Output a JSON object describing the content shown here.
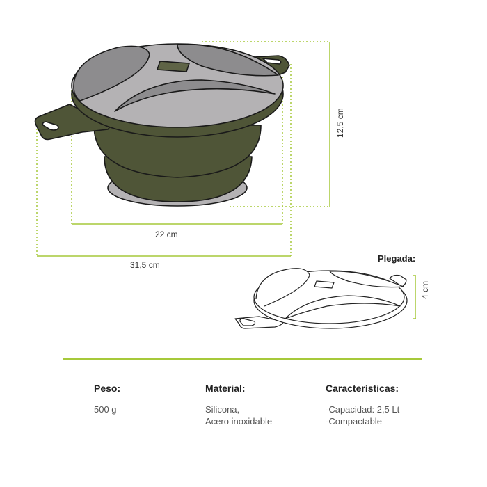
{
  "dimensions": {
    "inner_diameter": "22 cm",
    "total_width": "31,5 cm",
    "height": "12,5 cm",
    "folded_height": "4 cm"
  },
  "folded": {
    "title": "Plegada:"
  },
  "specs": {
    "peso": {
      "label": "Peso:",
      "value": "500 g"
    },
    "material": {
      "label": "Material:",
      "lines": [
        "Silicona,",
        "Acero inoxidable"
      ]
    },
    "caracteristicas": {
      "label": "Características:",
      "lines": [
        "-Capacidad: 2,5 Lt",
        "-Compactable"
      ]
    }
  },
  "colors": {
    "accent_green": "#a6c93a",
    "pot_olive": "#4f5537",
    "lid_light": "#b4b2b4",
    "lid_dark": "#8d8c8e"
  }
}
